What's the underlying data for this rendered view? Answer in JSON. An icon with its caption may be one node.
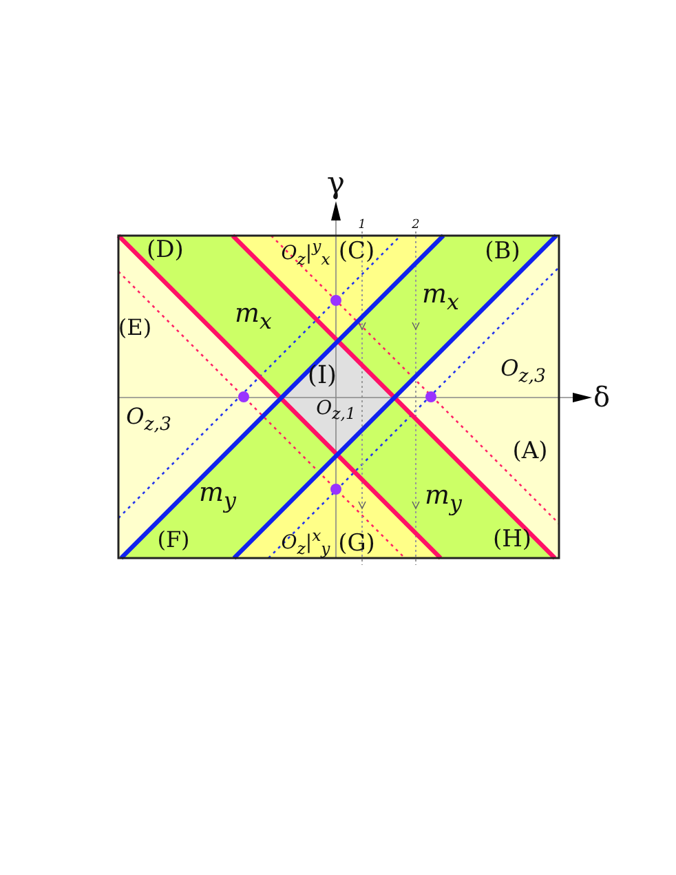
{
  "diagram": {
    "labels": [
      "γ",
      "1",
      "2",
      "(D)",
      "O$_{z}$|$^{y}$$_{x}$",
      "(C)",
      "(B)",
      "m$_{x}$",
      "m$_{x}$",
      "(E)",
      "(I)",
      "O$_{z,3}$",
      "O$_{z,3}$",
      "O$_{z,1}$",
      "δ",
      "(A)",
      "m$_{y}$",
      "m$_{y}$",
      "(F)",
      "O$_{z}$|$^{x}$$_{y}$",
      "(G)",
      "(H)"
    ]
  }
}
